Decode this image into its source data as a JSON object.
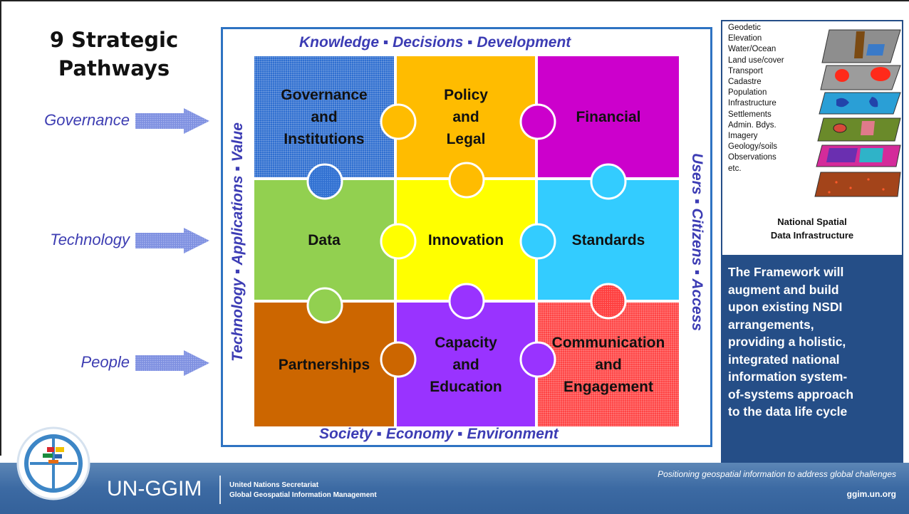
{
  "title_lines": [
    "9 Strategic",
    "Pathways"
  ],
  "pathways": [
    "Governance",
    "Technology",
    "People"
  ],
  "border_labels": {
    "top": "Knowledge ▪ Decisions ▪ Development",
    "bottom": "Society ▪ Economy ▪ Environment",
    "left": "Technology ▪ Applications ▪ Value",
    "right": "Users ▪ Citizens ▪ Access"
  },
  "pieces": [
    {
      "lines": [
        "Governance",
        "and",
        "Institutions"
      ],
      "color": "#2f6fd0"
    },
    {
      "lines": [
        "Policy",
        "and",
        "Legal"
      ],
      "color": "#ffbc00"
    },
    {
      "lines": [
        "Financial"
      ],
      "color": "#cc00cc"
    },
    {
      "lines": [
        "Data"
      ],
      "color": "#92d050"
    },
    {
      "lines": [
        "Innovation"
      ],
      "color": "#ffff00"
    },
    {
      "lines": [
        "Standards"
      ],
      "color": "#33ccff"
    },
    {
      "lines": [
        "Partnerships"
      ],
      "color": "#cc6600"
    },
    {
      "lines": [
        "Capacity",
        "and",
        "Education"
      ],
      "color": "#9933ff"
    },
    {
      "lines": [
        "Communication",
        "and",
        "Engagement"
      ],
      "color": "#ff4444"
    }
  ],
  "nsdi": {
    "layers": [
      "Geodetic",
      "Elevation",
      "Water/Ocean",
      "Land use/cover",
      "Transport",
      "Cadastre",
      "Population",
      "Infrastructure",
      "Settlements",
      "Admin. Bdys.",
      "Imagery",
      "Geology/soils",
      "Observations",
      "etc."
    ],
    "caption_lines": [
      "National Spatial",
      "Data Infrastructure"
    ]
  },
  "framework_lines": [
    "The Framework will",
    "augment and build",
    "upon existing NSDI",
    "arrangements,",
    "providing a holistic,",
    "integrated national",
    "information system-",
    "of-systems approach",
    "to the data life cycle"
  ],
  "footer": {
    "brand": "UN-GGIM",
    "org_line1": "United Nations Secretariat",
    "org_line2": "Global Geospatial Information Management",
    "tagline": "Positioning geospatial information to address global challenges",
    "website": "ggim.un.org"
  }
}
